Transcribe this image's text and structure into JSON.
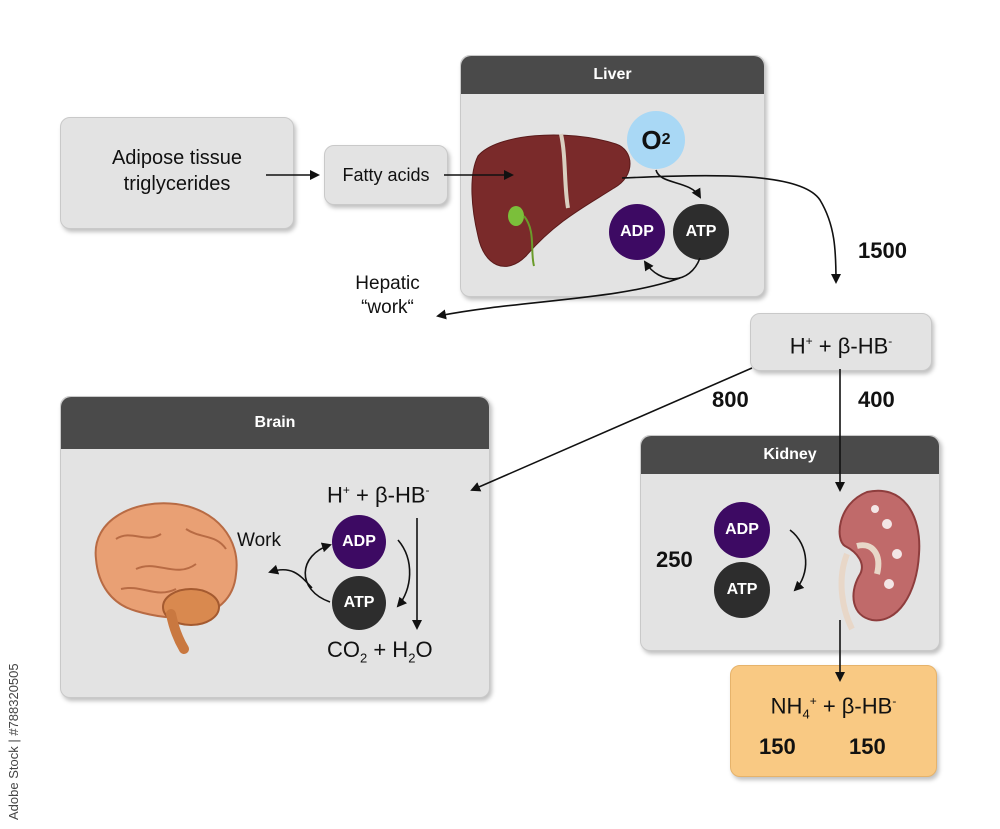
{
  "adipose": {
    "line1": "Adipose tissue",
    "line2": "triglycerides"
  },
  "fatty_acids": "Fatty acids",
  "liver": {
    "title": "Liver",
    "o2": "O",
    "o2_sub": "2",
    "adp": "ADP",
    "atp": "ATP"
  },
  "hepatic_work": {
    "line1": "Hepatic",
    "line2": "“work“"
  },
  "flows": {
    "liver_out": "1500",
    "to_brain": "800",
    "to_kidney": "400",
    "kidney_atp": "250"
  },
  "ketone": {
    "h": "H",
    "plus_sup": "+",
    "mid": " + β-HB",
    "minus_sup": "-"
  },
  "brain": {
    "title": "Brain",
    "work": "Work",
    "adp": "ADP",
    "atp": "ATP",
    "co2_a": "CO",
    "co2_sub": "2",
    "co2_b": " + H",
    "h2o_sub": "2",
    "co2_c": "O"
  },
  "kidney": {
    "title": "Kidney",
    "adp": "ADP",
    "atp": "ATP"
  },
  "output": {
    "nh4": "NH",
    "nh4_sub": "4",
    "nh4_sup": "+",
    "rest": " + β-HB",
    "minus_sup": "-",
    "val1": "150",
    "val2": "150"
  },
  "stock_id": "Adobe Stock | #788320505",
  "colors": {
    "panel_header": "#4a4a4a",
    "box_bg": "#e3e3e3",
    "adp": "#3d0a63",
    "atp": "#2d2d2d",
    "o2": "#a9d8f5",
    "output_box": "#f9c983"
  }
}
